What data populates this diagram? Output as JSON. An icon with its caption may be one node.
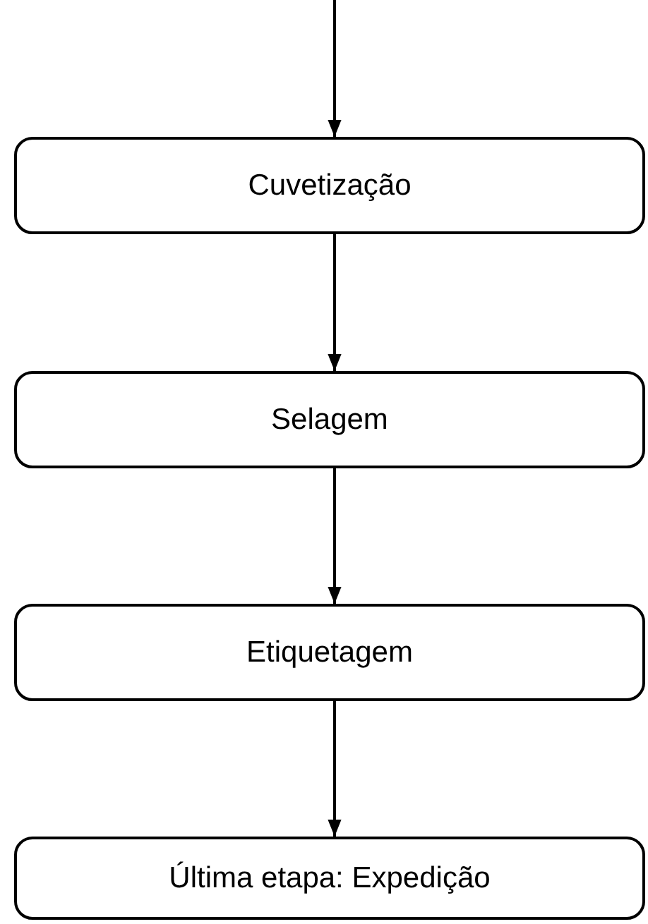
{
  "diagram": {
    "nodes": [
      {
        "text": [
          "Cuvetização"
        ]
      },
      {
        "text": [
          "Selagem"
        ]
      },
      {
        "text": [
          "Etiquetagem"
        ]
      },
      {
        "text": [
          "Última etapa: Expedição"
        ]
      }
    ],
    "edges": [
      {
        "from": null,
        "to": 0,
        "arrow": "to"
      },
      {
        "from": 0,
        "to": 1,
        "arrow": "to"
      },
      {
        "from": 1,
        "to": 2,
        "arrow": "to"
      },
      {
        "from": 2,
        "to": 3,
        "arrow": "to"
      }
    ]
  }
}
